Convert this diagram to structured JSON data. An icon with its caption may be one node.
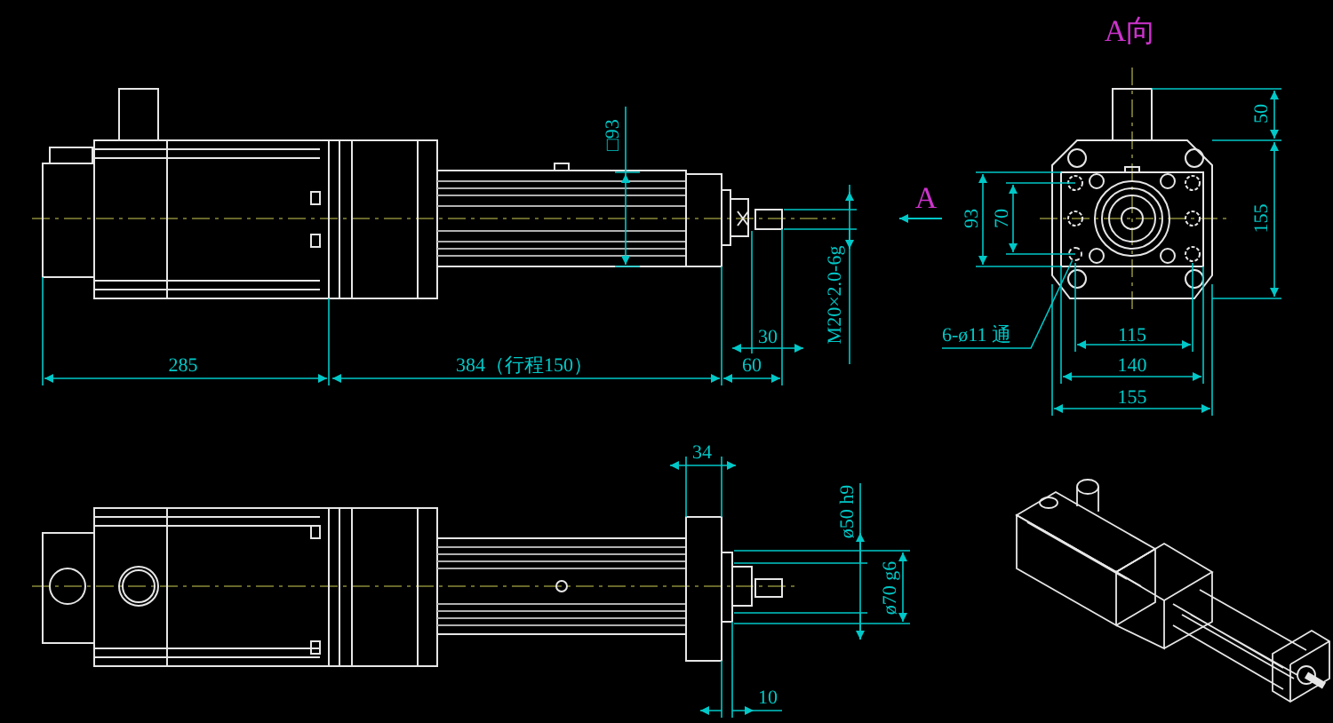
{
  "diagram": {
    "nodes": [
      {
        "text": [
          "6-ø11 通"
        ]
      },
      {
        "text": [],
        "shape": "circle"
      }
    ],
    "edges": [
      {
        "from": 0,
        "to": 1,
        "arrow": "none"
      }
    ],
    "labels": [
      "A向",
      "□93",
      "A",
      "50",
      "93",
      "70",
      "155",
      "M20×2.0-6g",
      "30",
      "115",
      "285",
      "384（行程150）",
      "60",
      "140",
      "155",
      "34",
      "ø50 h9",
      "ø70 g6",
      "10"
    ]
  }
}
